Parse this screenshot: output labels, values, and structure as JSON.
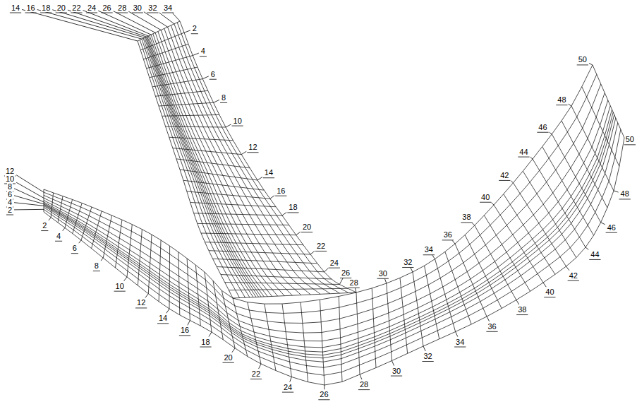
{
  "diagram": {
    "labels": [
      "14",
      "16",
      "18",
      "20",
      "22",
      "24",
      "26",
      "28",
      "30",
      "32",
      "34",
      "2",
      "4",
      "6",
      "8",
      "10",
      "12",
      "14",
      "16",
      "18",
      "20",
      "22",
      "24",
      "26",
      "28",
      "30",
      "32",
      "34",
      "36",
      "38",
      "40",
      "42",
      "44",
      "46",
      "48",
      "50",
      "12",
      "10",
      "8",
      "6",
      "4",
      "2",
      "2",
      "4",
      "6",
      "8",
      "10",
      "12",
      "14",
      "16",
      "18",
      "20",
      "22",
      "24",
      "26",
      "28",
      "30",
      "32",
      "34",
      "36",
      "38",
      "40",
      "42",
      "44",
      "46",
      "48",
      "50"
    ]
  }
}
